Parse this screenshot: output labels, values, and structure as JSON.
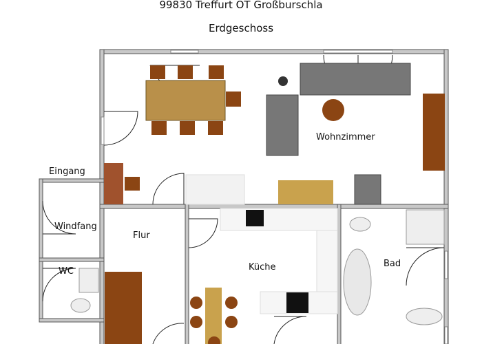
{
  "address": "99830 Treffurt OT Großburschla",
  "floor_title": "Erdgeschoss",
  "rooms": {
    "wohnzimmer": "Wohnzimmer",
    "eingang": "Eingang",
    "windfang": "Windfang",
    "wc": "WC",
    "flur": "Flur",
    "kueche": "Küche",
    "bad": "Bad"
  },
  "colors": {
    "wood": "#b9904a",
    "chair": "#8b4513",
    "sofa": "#777777",
    "wall": "#c8c8c8"
  }
}
